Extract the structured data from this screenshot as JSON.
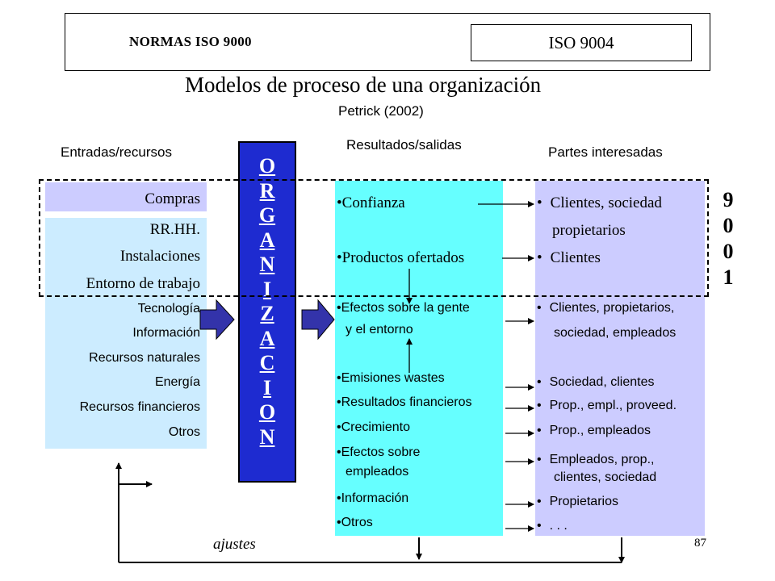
{
  "header": {
    "norms_label": "NORMAS ISO 9000",
    "iso_label": "ISO 9004"
  },
  "title": "Modelos de proceso de una organización",
  "subtitle": "Petrick (2002)",
  "columns": {
    "inputs": "Entradas/recursos",
    "results": "Resultados/salidas",
    "stakeholders": "Partes interesadas"
  },
  "inputs": {
    "big": [
      "Compras",
      "RR.HH.",
      "Instalaciones",
      "Entorno de trabajo"
    ],
    "small": [
      "Tecnología",
      "Información",
      "Recursos naturales",
      "Energía",
      "Recursos financieros",
      "Otros"
    ]
  },
  "organization_letters": [
    "O",
    "R",
    "G",
    "A",
    "N",
    "I",
    "Z",
    "A",
    "C",
    "I",
    "O",
    "N"
  ],
  "results": {
    "big": [
      "Confianza",
      "Productos ofertados"
    ],
    "small": [
      "Efectos sobre la gente",
      "y el entorno",
      "Emisiones wastes",
      "Resultados financieros",
      "Crecimiento",
      "Efectos sobre",
      "empleados",
      "Información",
      "Otros"
    ]
  },
  "stakeholders": {
    "big": [
      "Clientes, sociedad",
      "propietarios",
      "Clientes"
    ],
    "small": [
      "Clientes, propietarios,",
      "sociedad, empleados",
      "Sociedad, clientes",
      "Prop., empl., proveed.",
      "Prop., empleados",
      "Empleados, prop.,",
      "clientes, sociedad",
      "Propietarios",
      ". . ."
    ]
  },
  "iso9001_digits": [
    "9",
    "0",
    "0",
    "1"
  ],
  "feedback_label": "ajustes",
  "page_number": "87",
  "colors": {
    "org_bar": "#1e2bd0",
    "inputs_panel": "#ccecff",
    "compras_highlight": "#ccccff",
    "results_panel": "#66ffff",
    "stakeholders_panel": "#ccccff",
    "arrow_fill": "#3333aa"
  }
}
